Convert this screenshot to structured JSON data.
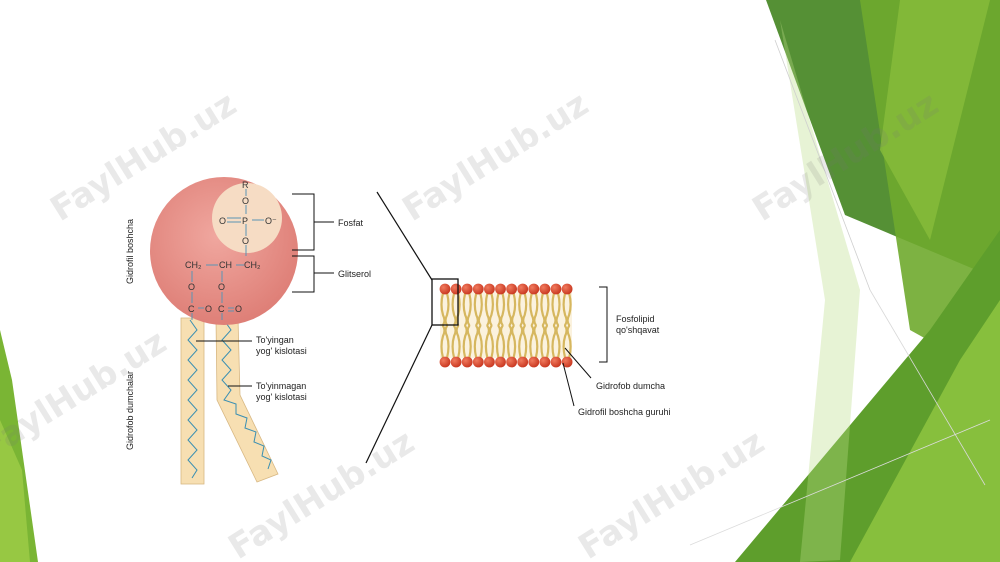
{
  "watermark": "FaylHub.uz",
  "molecule": {
    "atoms": {
      "R": "R",
      "O": "O",
      "P": "P",
      "O_minus": "O⁻",
      "CH2": "CH₂",
      "CH": "CH",
      "C": "C"
    },
    "labels": {
      "head_vertical": "Gidrofil boshcha",
      "tails_vertical": "Gidrofob dumchalar",
      "phosphate": "Fosfat",
      "glycerol": "Glitserol",
      "saturated_line1": "To'yingan",
      "saturated_line2": "yog' kislotasi",
      "unsaturated_line1": "To'yinmagan",
      "unsaturated_line2": "yog' kislotasi"
    }
  },
  "bilayer": {
    "labels": {
      "bilayer_line1": "Fosfolipid",
      "bilayer_line2": "qo'shqavat",
      "tail": "Gidrofob dumcha",
      "head_group": "Gidrofil boshcha guruhi"
    }
  },
  "colors": {
    "head_circle": "#e88a82",
    "phosphate_disc": "#f6dcc4",
    "tail_fill": "#f7dfb2",
    "bead": "#d8452f",
    "green_dark": "#4c8a2a",
    "green_mid": "#6faa2e",
    "green_light": "#9ccb46"
  }
}
